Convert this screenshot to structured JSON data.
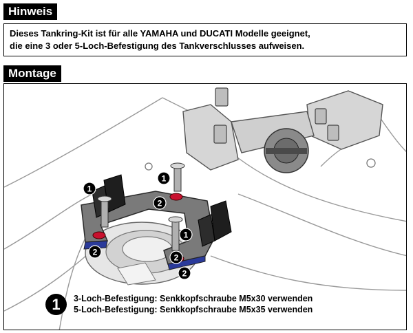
{
  "hinweis": {
    "heading": "Hinweis",
    "lines": [
      "Dieses Tankring-Kit ist für alle YAMAHA und DUCATI Modelle geeignet,",
      "die eine 3 oder 5-Loch-Befestigung des Tankverschlusses aufweisen."
    ]
  },
  "montage": {
    "heading": "Montage",
    "callouts": [
      "1",
      "2",
      "1",
      "2",
      "1",
      "2",
      "2"
    ],
    "legend": {
      "number": "1",
      "lines": [
        "3-Loch-Befestigung: Senkkopfschraube M5x30 verwenden",
        "5-Loch-Befestigung: Senkkopfschraube M5x35 verwenden"
      ]
    }
  },
  "colors": {
    "heading_bg": "#000000",
    "ring_plate": "#7a7a7a",
    "washer_red": "#c8102e",
    "washer_blue": "#2a3a9a"
  }
}
